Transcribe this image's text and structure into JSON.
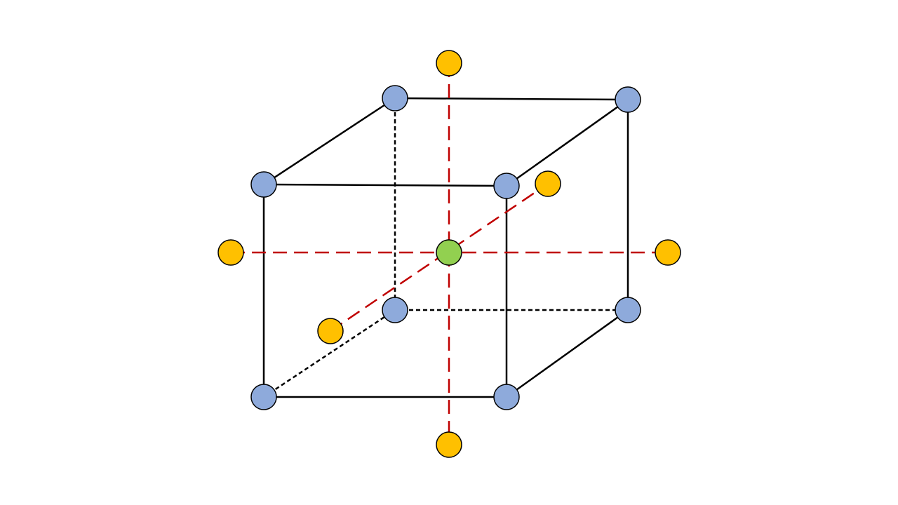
{
  "colors": {
    "background": "#ffffff",
    "corner_node": "#8eaadb",
    "axis_end_node": "#ffc000",
    "center_node": "#92d050",
    "cube_edge": "#000000",
    "axis_line": "#c00000"
  },
  "diagram": {
    "corner_nodes": 8,
    "axis_end_nodes": 6,
    "center_nodes": 1
  }
}
